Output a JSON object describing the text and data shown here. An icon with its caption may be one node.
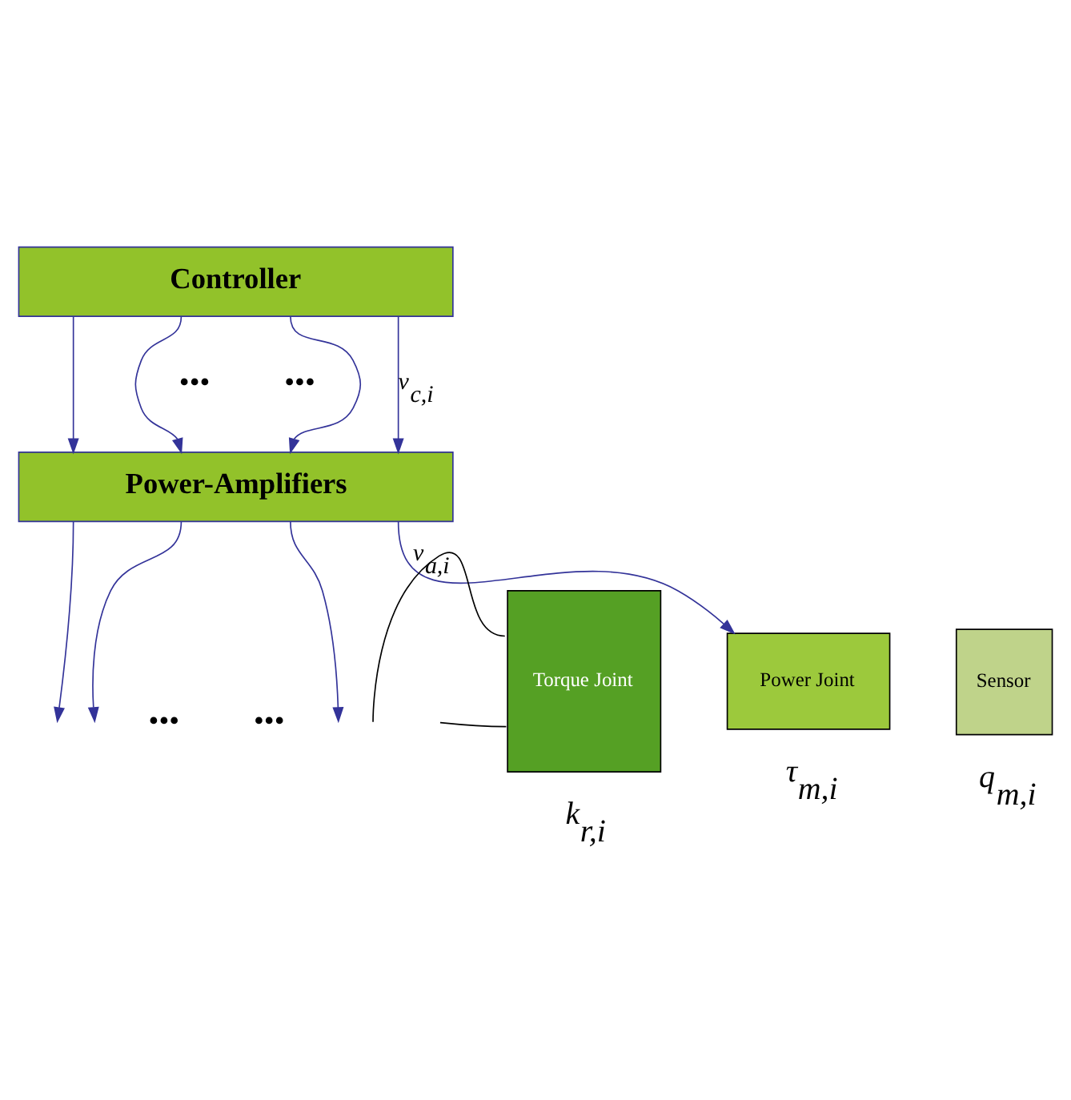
{
  "diagram": {
    "nodes": [
      {
        "text": [
          "Controller"
        ]
      },
      {
        "text": [
          "Power-Amplifiers"
        ]
      },
      {
        "text": [
          "Torque Joint"
        ],
        "beside": [
          "*k*$_{r,i}$"
        ]
      },
      {
        "text": [
          "Power Joint"
        ],
        "beside": [
          "*τ*$_{m,i}$"
        ]
      },
      {
        "text": [
          "Sensor"
        ],
        "beside": [
          "*q*$_{m,i}$"
        ]
      }
    ],
    "edges": [
      {
        "from": 0,
        "to": 1,
        "arrow": "to"
      },
      {
        "from": 0,
        "to": 1,
        "arrow": "to"
      },
      {
        "from": 0,
        "to": 1,
        "arrow": "to"
      },
      {
        "from": 0,
        "to": 1,
        "arrow": "to",
        "label": "*v*$_{c,i}$"
      },
      {
        "from": 1,
        "to": null,
        "arrow": "to"
      },
      {
        "from": 1,
        "to": null,
        "arrow": "to"
      },
      {
        "from": 1,
        "to": null,
        "arrow": "to"
      },
      {
        "from": 1,
        "to": 3,
        "arrow": "to",
        "label": "*v*$_{a,i}$"
      },
      {
        "from": null,
        "to": 2,
        "arrow": "none",
        "color": "#000000"
      },
      {
        "from": null,
        "to": 2,
        "arrow": "none",
        "color": "#000000"
      }
    ],
    "labels": [
      "•••",
      "•••",
      "•••",
      "•••"
    ]
  }
}
